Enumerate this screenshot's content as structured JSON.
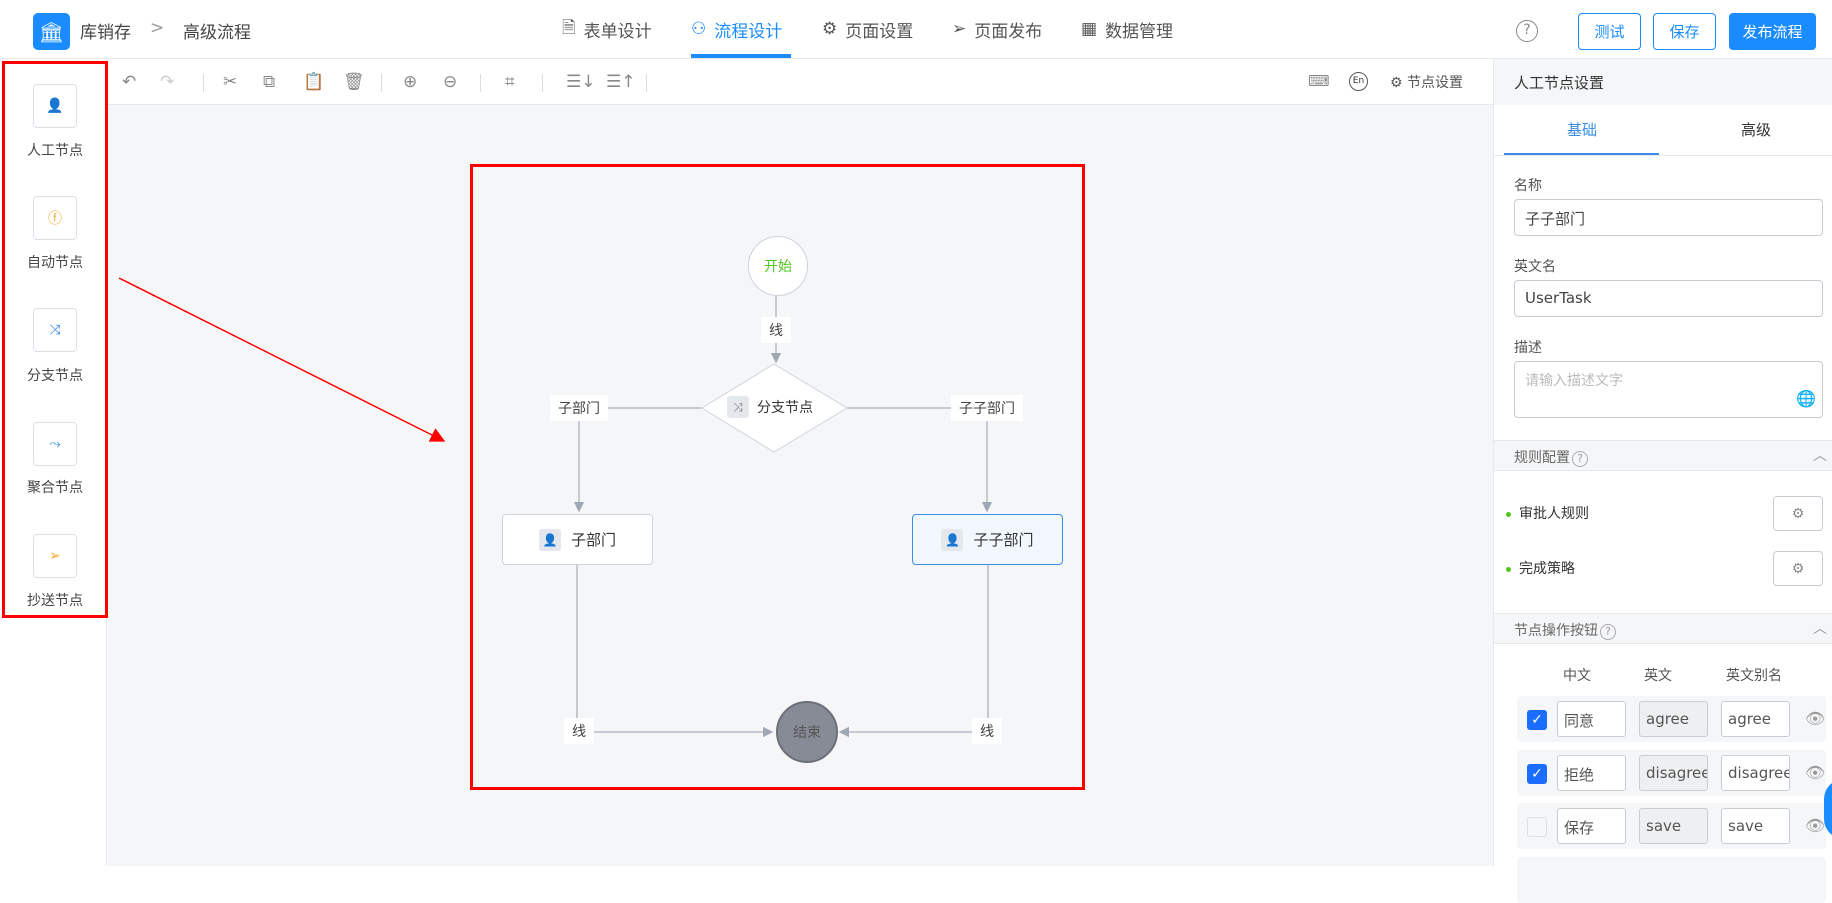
{
  "header": {
    "app_name": "库销存",
    "breadcrumb_sep": ">",
    "page_name": "高级流程",
    "tabs": [
      {
        "label": "表单设计",
        "icon": "document-icon"
      },
      {
        "label": "流程设计",
        "icon": "flowchart-icon"
      },
      {
        "label": "页面设置",
        "icon": "gear-icon"
      },
      {
        "label": "页面发布",
        "icon": "send-icon"
      },
      {
        "label": "数据管理",
        "icon": "grid-icon"
      }
    ],
    "help": "?",
    "test_label": "测试",
    "save_label": "保存",
    "publish_label": "发布流程"
  },
  "sidebar": {
    "items": [
      {
        "label": "人工节点",
        "icon": "user-icon"
      },
      {
        "label": "自动节点",
        "icon": "lightning-icon"
      },
      {
        "label": "分支节点",
        "icon": "branch-icon"
      },
      {
        "label": "聚合节点",
        "icon": "merge-icon"
      },
      {
        "label": "抄送节点",
        "icon": "send-icon"
      }
    ]
  },
  "toolbar": {
    "node_settings_label": "节点设置",
    "en_label": "En"
  },
  "diagram": {
    "start": "开始",
    "line1": "线",
    "branch": "分支节点",
    "left_edge": "子部门",
    "right_edge": "子子部门",
    "left_task": "子部门",
    "right_task": "子子部门",
    "end": "结束",
    "bottom_left": "线",
    "bottom_right": "线"
  },
  "panel": {
    "title": "人工节点设置",
    "tabs": [
      "基础",
      "高级"
    ],
    "name_label": "名称",
    "name_value": "子子部门",
    "en_label": "英文名",
    "en_value": "UserTask",
    "desc_label": "描述",
    "desc_placeholder": "请输入描述文字",
    "rules_title": "规则配置",
    "rules": [
      "审批人规则",
      "完成策略"
    ],
    "ops_title": "节点操作按钮",
    "ops_headers": [
      "中文",
      "英文",
      "英文别名"
    ],
    "ops": [
      {
        "checked": true,
        "cn": "同意",
        "en": "agree",
        "alias": "agree"
      },
      {
        "checked": true,
        "cn": "拒绝",
        "en": "disagree",
        "alias": "disagree"
      },
      {
        "checked": false,
        "cn": "保存",
        "en": "save",
        "alias": "save"
      }
    ]
  },
  "colors": {
    "accent": "#1a8cff",
    "annotation": "#ff0000"
  }
}
